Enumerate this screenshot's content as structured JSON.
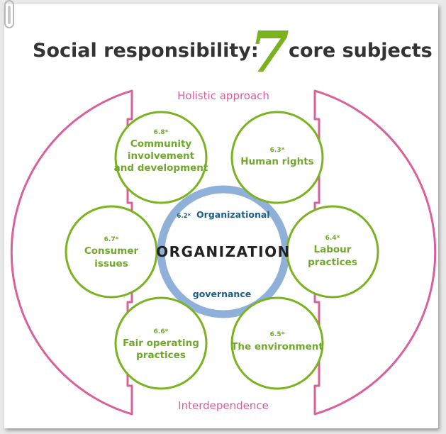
{
  "title": {
    "prefix": "Social responsibility:",
    "number": "7",
    "suffix": "core subjects"
  },
  "frame": {
    "top_label": "Holistic approach",
    "bottom_label": "Interdependence"
  },
  "center": {
    "label": "ORGANIZATION",
    "ring_code": "6.2*",
    "ring_top": "Organizational",
    "ring_bottom": "governance"
  },
  "subjects": [
    {
      "code": "6.8*",
      "lines": [
        "Community",
        "involvement",
        "and development"
      ]
    },
    {
      "code": "6.3*",
      "lines": [
        "Human rights"
      ]
    },
    {
      "code": "6.7*",
      "lines": [
        "Consumer",
        "issues"
      ]
    },
    {
      "code": "6.4*",
      "lines": [
        "Labour",
        "practices"
      ]
    },
    {
      "code": "6.6*",
      "lines": [
        "Fair operating",
        "practices"
      ]
    },
    {
      "code": "6.5*",
      "lines": [
        "The environment"
      ]
    }
  ],
  "colors": {
    "green": "#7ab31f",
    "pink": "#d9609a",
    "ring_blue": "#8fb0d8",
    "governance_blue": "#1d5d8c"
  }
}
